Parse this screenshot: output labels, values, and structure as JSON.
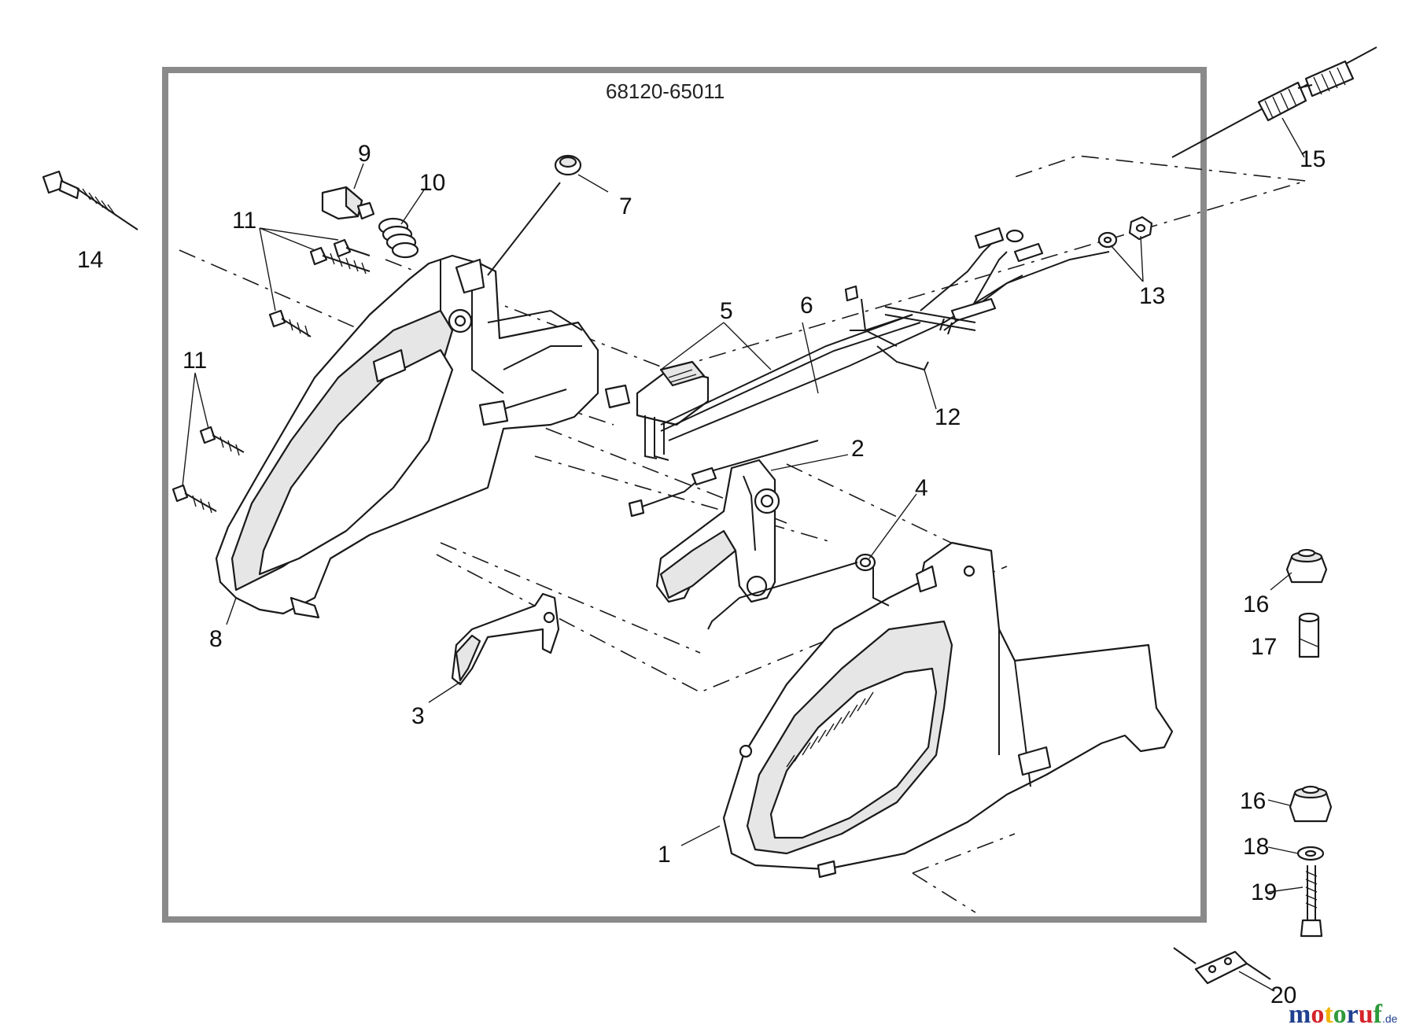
{
  "diagram": {
    "part_number": "68120-65011",
    "callouts": {
      "c1": "1",
      "c2": "2",
      "c3": "3",
      "c4": "4",
      "c5": "5",
      "c6": "6",
      "c7": "7",
      "c8": "8",
      "c9": "9",
      "c10": "10",
      "c11a": "11",
      "c11b": "11",
      "c12": "12",
      "c13": "13",
      "c14": "14",
      "c15": "15",
      "c16a": "16",
      "c16b": "16",
      "c17": "17",
      "c18": "18",
      "c19": "19",
      "c20": "20"
    }
  },
  "watermark": {
    "brand": "motoruf",
    "suffix": ".de",
    "colors": {
      "m": "#1f3f8f",
      "o1": "#d4232a",
      "t": "#f2b200",
      "o2": "#2f9a3a",
      "r": "#1f3f8f",
      "u": "#d4232a",
      "f": "#2f9a3a",
      "suffix": "#1f3f8f"
    }
  }
}
